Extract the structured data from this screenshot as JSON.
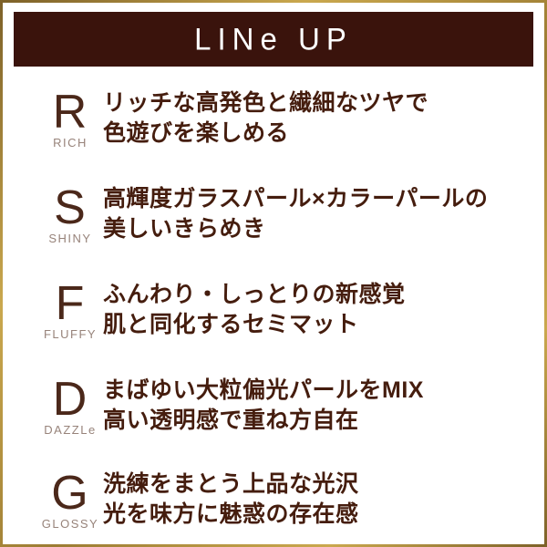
{
  "header": {
    "title": "LINe UP"
  },
  "lineup": [
    {
      "initial": "R",
      "label": "RICH",
      "line1": "リッチな高発色と繊細なツヤで",
      "line2": "色遊びを楽しめる"
    },
    {
      "initial": "S",
      "label": "SHINY",
      "line1": "高輝度ガラスパール×カラーパールの",
      "line2": "美しいきらめき"
    },
    {
      "initial": "F",
      "label": "FLUFFY",
      "line1": "ふんわり・しっとりの新感覚",
      "line2": "肌と同化するセミマット"
    },
    {
      "initial": "D",
      "label": "DAZZLe",
      "line1": "まばゆい大粒偏光パールをMIX",
      "line2": "高い透明感で重ね方自在"
    },
    {
      "initial": "G",
      "label": "GLOSSY",
      "line1": "洗練をまとう上品な光沢",
      "line2": "光を味方に魅惑の存在感"
    }
  ],
  "colors": {
    "frame_gold": "#a8863b",
    "banner_bg": "#3a130c",
    "banner_text": "#ffffff",
    "initial_letter": "#4b281a",
    "initial_label": "#97837a",
    "body_text": "#451d0e"
  }
}
